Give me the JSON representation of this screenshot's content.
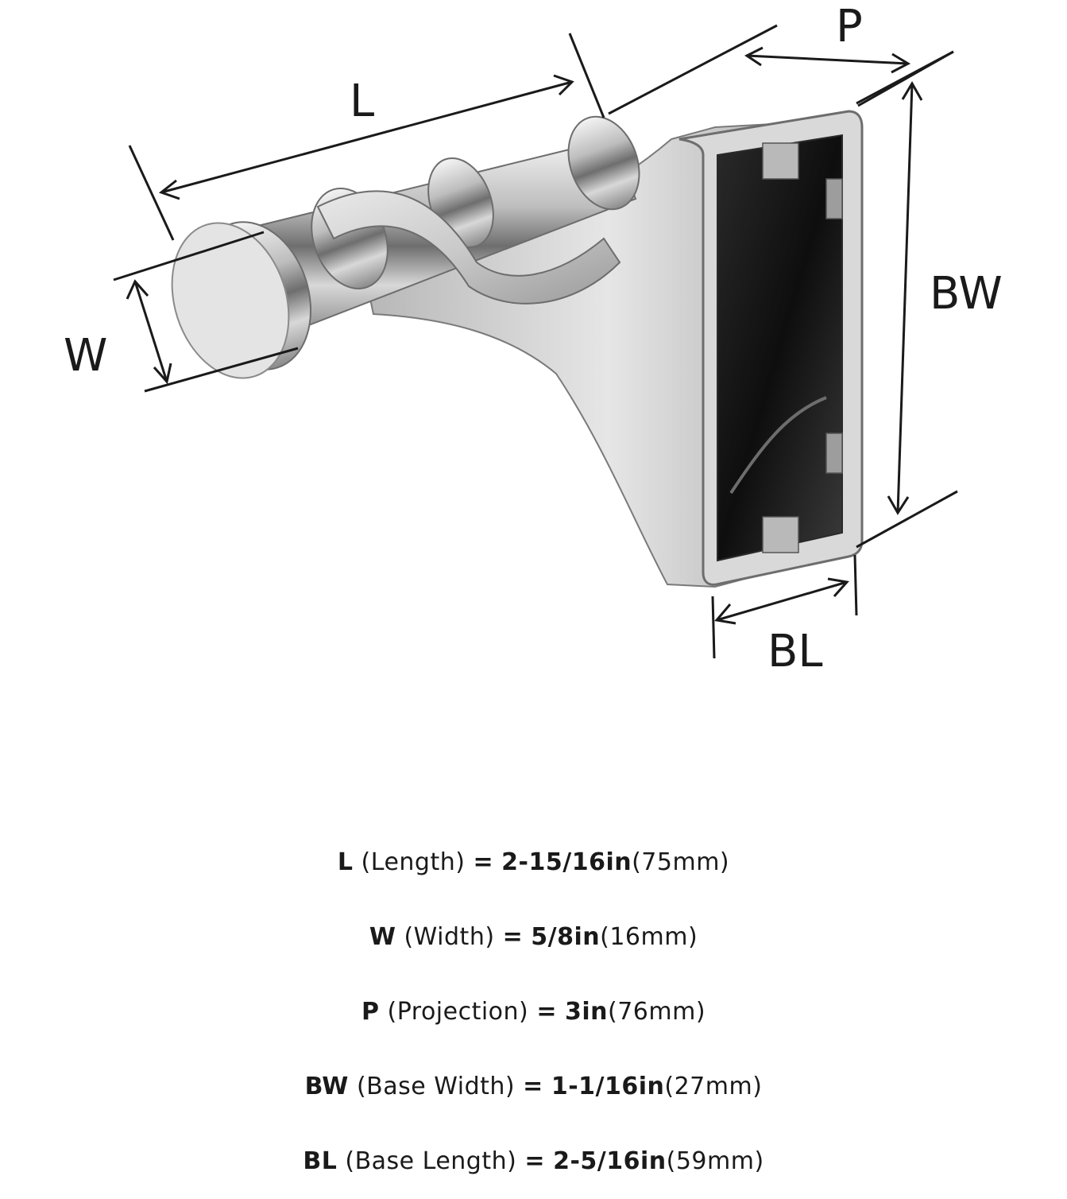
{
  "dimension_labels": {
    "L": "L",
    "P": "P",
    "W": "W",
    "BW": "BW",
    "BL": "BL"
  },
  "specs": [
    {
      "abbr": "L",
      "name": "(Length)",
      "eq": "=",
      "imperial": "2-15/16in",
      "metric": "(75mm)"
    },
    {
      "abbr": "W",
      "name": "(Width)",
      "eq": "=",
      "imperial": "5/8in",
      "metric": "(16mm)"
    },
    {
      "abbr": "P",
      "name": "(Projection)",
      "eq": "=",
      "imperial": "3in",
      "metric": "(76mm)"
    },
    {
      "abbr": "BW",
      "name": "(Base Width)",
      "eq": "=",
      "imperial": "1-1/16in",
      "metric": "(27mm)"
    },
    {
      "abbr": "BL",
      "name": "(Base Length)",
      "eq": "=",
      "imperial": "2-5/16in",
      "metric": "(59mm)"
    }
  ]
}
